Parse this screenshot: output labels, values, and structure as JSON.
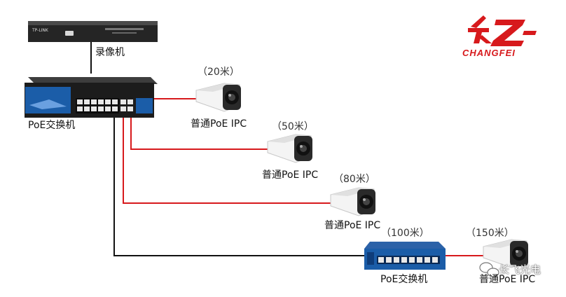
{
  "nvr": {
    "label": "录像机",
    "brand": "TP-LINK"
  },
  "main_switch": {
    "label": "PoE交换机"
  },
  "cameras": [
    {
      "distance": "（20米）",
      "label": "普通PoE IPC"
    },
    {
      "distance": "（50米）",
      "label": "普通PoE IPC"
    },
    {
      "distance": "（80米）",
      "label": "普通PoE IPC"
    },
    {
      "distance": "（150米）",
      "label": "普通PoE IPC"
    }
  ],
  "sub_switch": {
    "distance": "（100米）",
    "label": "PoE交换机"
  },
  "logo": {
    "mark": "长飞",
    "text": "CHANGFEI"
  },
  "watermark": {
    "text": "长飞光电"
  },
  "colors": {
    "poe_cable": "#d7191c",
    "data_cable": "#111111",
    "switch_blue": "#1b5da8",
    "logo_red": "#d7191c"
  }
}
